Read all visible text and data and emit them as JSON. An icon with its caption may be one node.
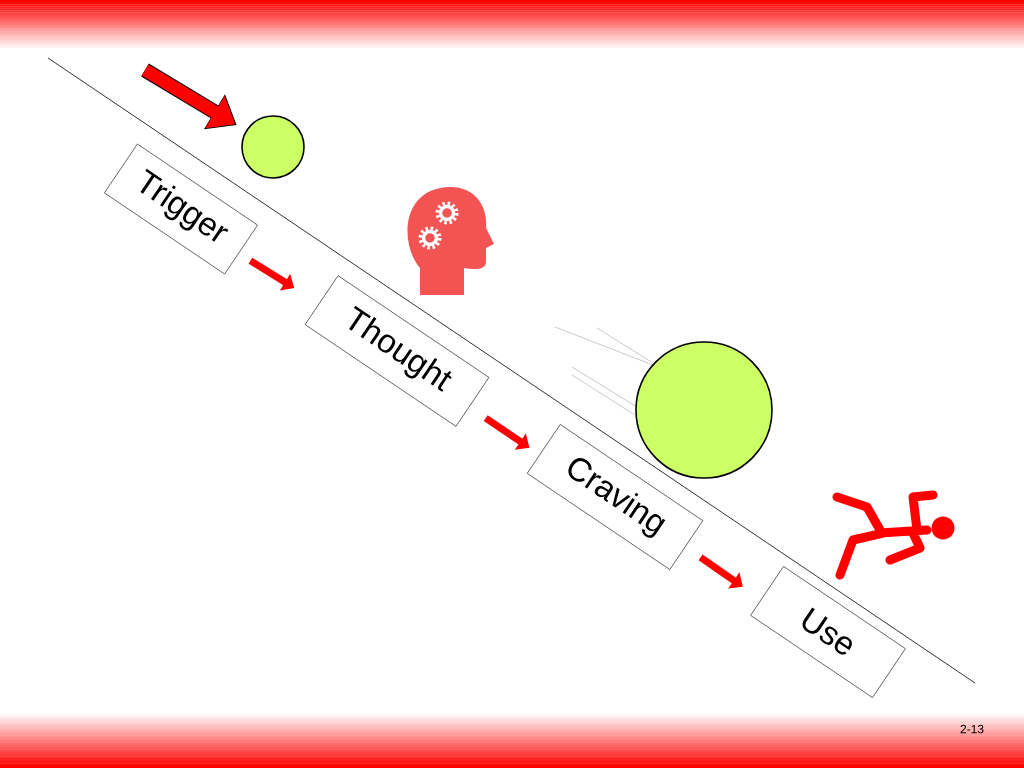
{
  "diagram": {
    "nodes": [
      {
        "text": [
          "Trigger"
        ]
      },
      {
        "text": [
          "Thought"
        ]
      },
      {
        "text": [
          "Craving"
        ]
      },
      {
        "text": [
          "Use"
        ]
      },
      {
        "text": [],
        "shape": "circle"
      }
    ],
    "edges": [
      {
        "from": null,
        "to": 4,
        "arrow": "to",
        "style": "thick"
      },
      {
        "from": 0,
        "to": 1,
        "arrow": "to"
      },
      {
        "from": 1,
        "to": 2,
        "arrow": "to"
      },
      {
        "from": 2,
        "to": 3,
        "arrow": "to"
      }
    ],
    "labels": [
      "2-13"
    ]
  }
}
